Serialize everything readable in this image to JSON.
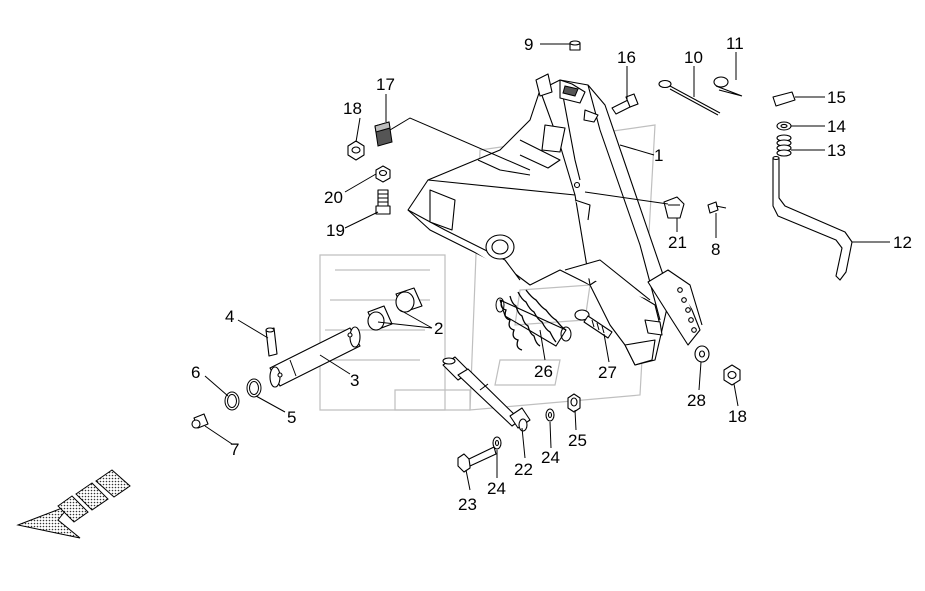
{
  "labels": {
    "p1": "1",
    "p2": "2",
    "p3": "3",
    "p4": "4",
    "p5": "5",
    "p6": "6",
    "p7": "7",
    "p8": "8",
    "p9": "9",
    "p10": "10",
    "p11": "11",
    "p12": "12",
    "p13": "13",
    "p14": "14",
    "p15": "15",
    "p16": "16",
    "p17": "17",
    "p18a": "18",
    "p18b": "18",
    "p19": "19",
    "p20": "20",
    "p21": "21",
    "p22": "22",
    "p23": "23",
    "p24a": "24",
    "p24b": "24",
    "p25": "25",
    "p26": "26",
    "p27": "27",
    "p28": "28"
  },
  "icons": {
    "direction_arrow": "direction-arrow-icon",
    "watermark": "brand-watermark-icon"
  }
}
